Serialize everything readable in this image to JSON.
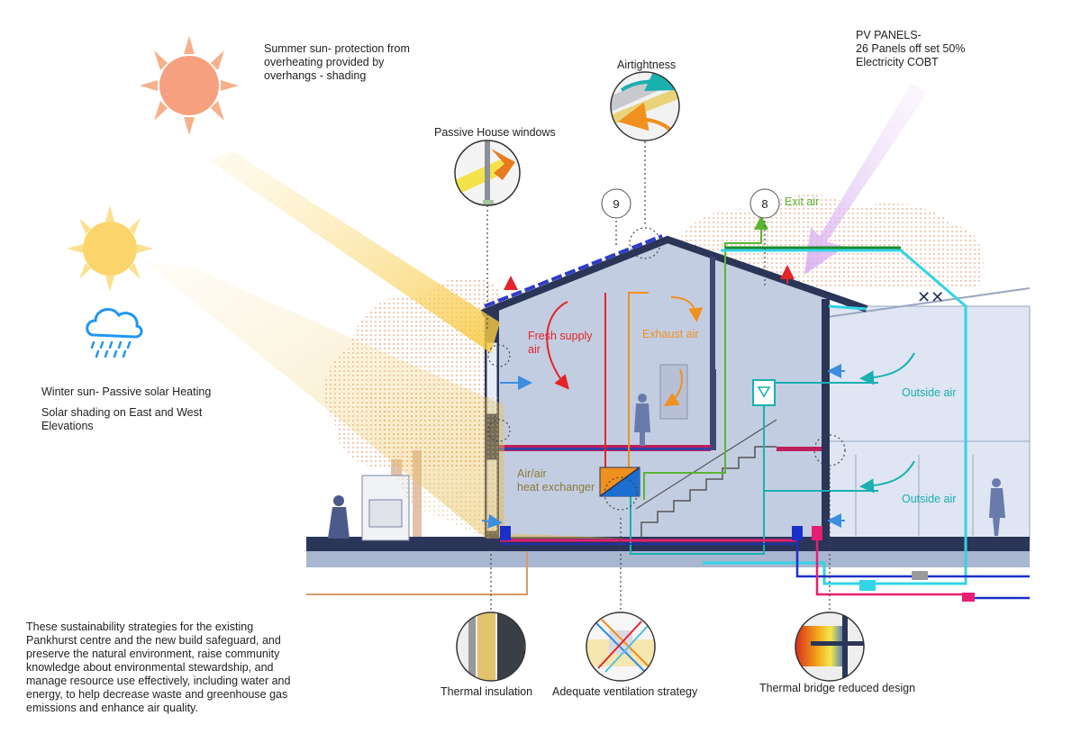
{
  "annotations": {
    "summer_sun": "Summer sun- protection from\noverheating provided by\noverhangs - shading",
    "pv_panels": "PV PANELS-\n26 Panels off set 50%\nElectricity COBT",
    "airtightness": "Airtightness",
    "passive_windows": "Passive House windows",
    "winter_sun": "Winter sun- Passive solar Heating",
    "solar_shading": "Solar shading on East and  West\nElevations",
    "summary": "These sustainability strategies for the existing\nPankhurst centre and the new build safeguard, and\npreserve the natural environment, raise community\nknowledge about environmental stewardship, and\nmanage resource use effectively, including water and\nenergy, to help decrease waste and greenhouse gas\nemissions and enhance air quality."
  },
  "building_labels": {
    "fresh_supply_air": "Fresh supply\nair",
    "exhaust_air": "Exhaust air",
    "exit_air": "Exit air",
    "outside_air_upper": "Outside air",
    "outside_air_lower": "Outside air",
    "heat_exchanger": "Air/air\nheat exchanger",
    "marker_9": "9",
    "marker_8": "8"
  },
  "detail_labels": {
    "thermal_insulation": "Thermal insulation",
    "ventilation": "Adequate ventilation strategy",
    "thermal_bridge": "Thermal bridge reduced design"
  },
  "colors": {
    "supply": "#e4232b",
    "exhaust": "#f0901e",
    "exit": "#5ab531",
    "outside": "#19b0b0",
    "pipe_cyan": "#33d4e6",
    "pipe_blue": "#1a2fc8",
    "pipe_pink": "#e81e72",
    "building_fill": "#c3cde2",
    "wall_dark": "#2a3557",
    "sun_summer": "#f5a07a",
    "sun_winter": "#fbd873",
    "rain_icon": "#2196f3",
    "pv_arrow": "#d9b8ee"
  }
}
